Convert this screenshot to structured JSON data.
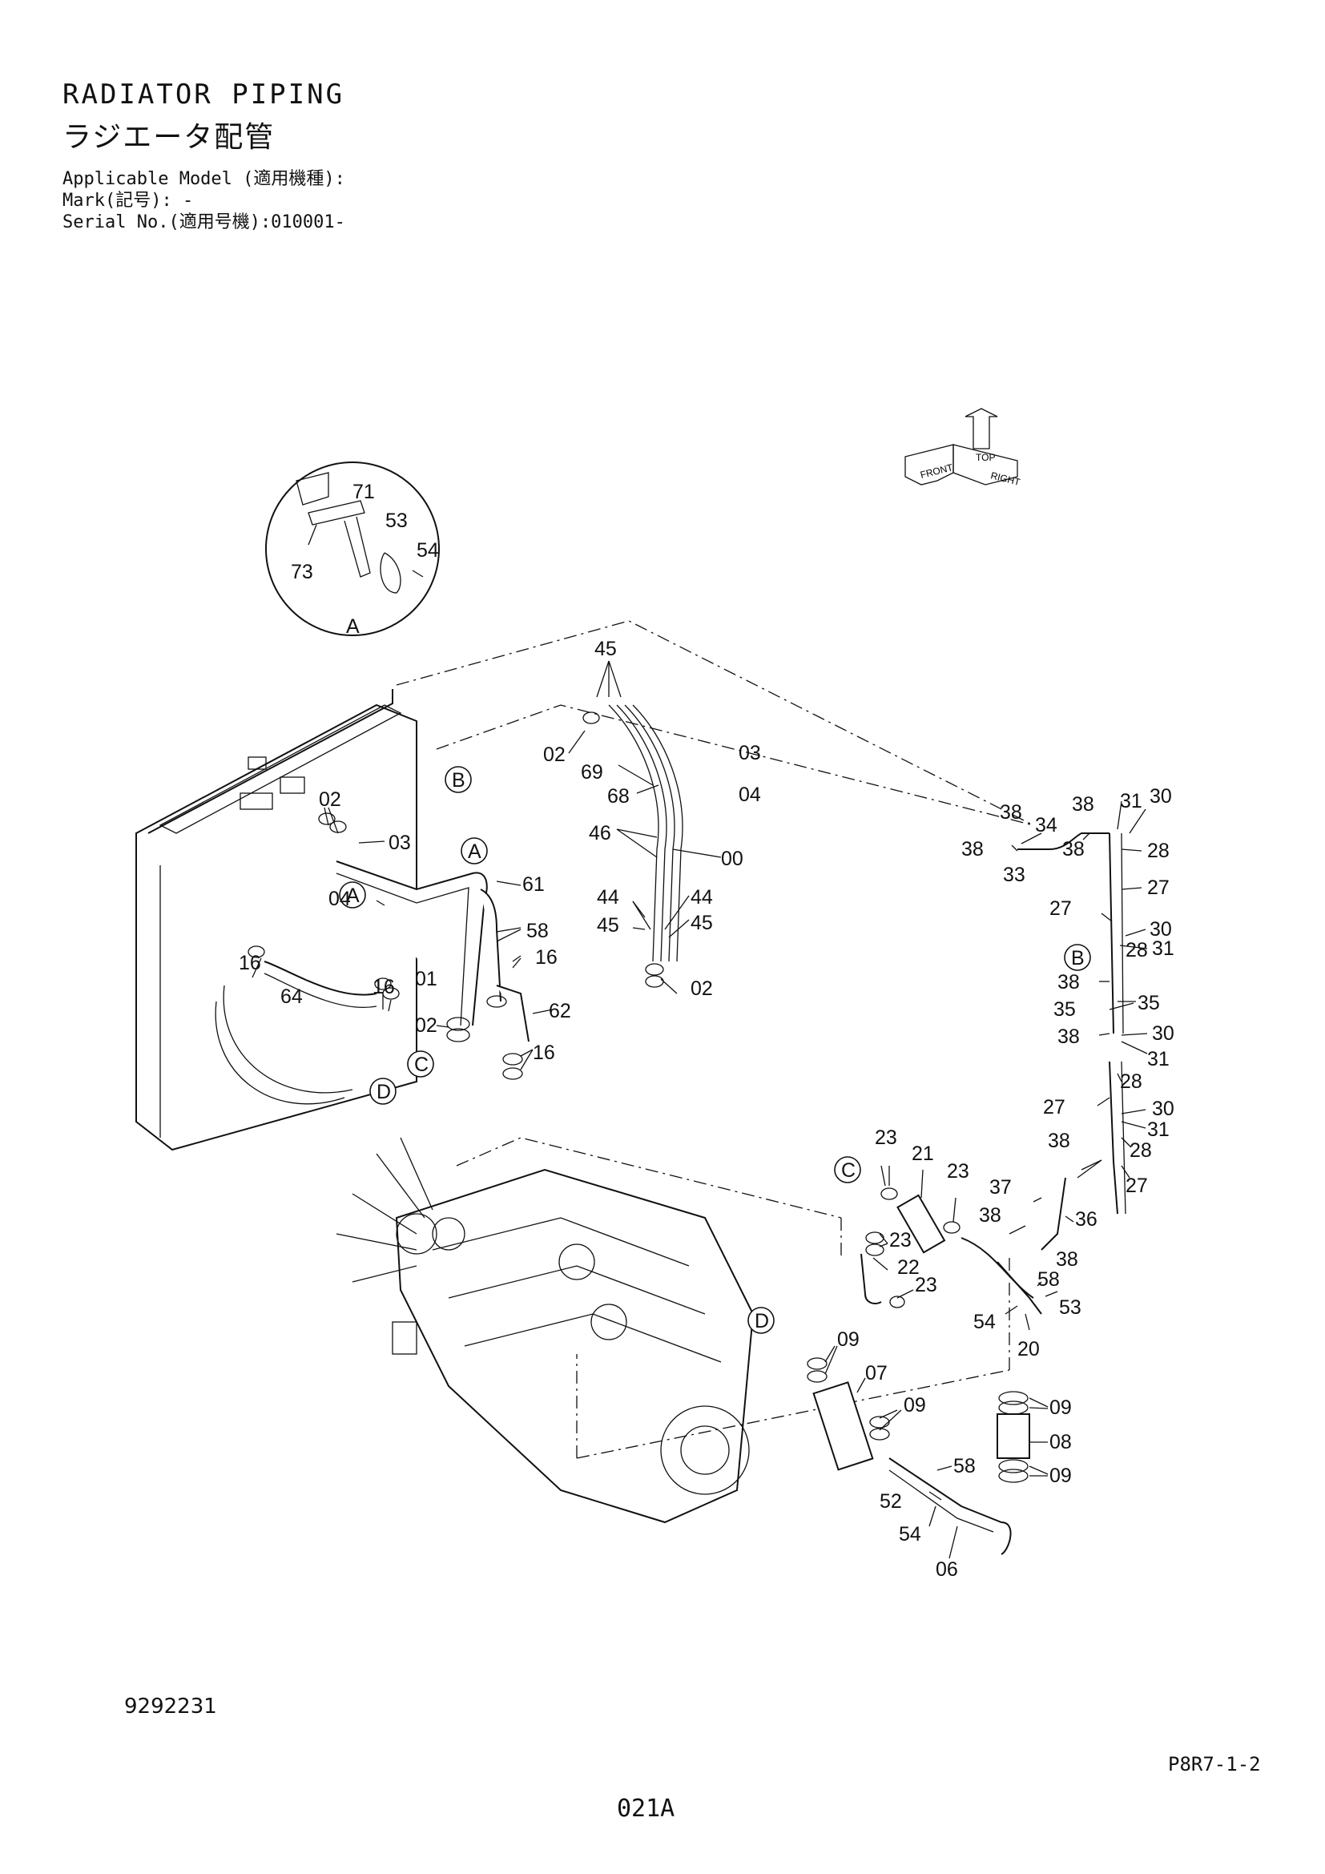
{
  "header": {
    "title_en": "RADIATOR PIPING",
    "title_jp": "ラジエータ配管",
    "model_line": "Applicable Model (適用機種):",
    "mark_line": "Mark(記号): -",
    "serial_line": "Serial No.(適用号機):010001-"
  },
  "footer": {
    "doc_number": "9292231",
    "page_ref": "P8R7-1-2",
    "page_number": "021A"
  },
  "orientation_labels": {
    "front": "FRONT",
    "top": "TOP",
    "right": "RIGHT"
  },
  "detail_a": {
    "letter": "A",
    "parts": [
      "71",
      "53",
      "54",
      "73"
    ]
  },
  "ref_circles": [
    "A",
    "A",
    "B",
    "B",
    "C",
    "C",
    "D",
    "D"
  ],
  "parts": {
    "p00": "00",
    "p01": "01",
    "p02": "02",
    "p03": "03",
    "p04": "04",
    "p06": "06",
    "p07": "07",
    "p08": "08",
    "p09": "09",
    "p16": "16",
    "p20": "20",
    "p21": "21",
    "p22": "22",
    "p23": "23",
    "p27": "27",
    "p28": "28",
    "p30": "30",
    "p31": "31",
    "p33": "33",
    "p34": "34",
    "p35": "35",
    "p36": "36",
    "p37": "37",
    "p38": "38",
    "p44": "44",
    "p45": "45",
    "p46": "46",
    "p52": "52",
    "p53": "53",
    "p54": "54",
    "p58": "58",
    "p61": "61",
    "p62": "62",
    "p64": "64",
    "p68": "68",
    "p69": "69"
  }
}
